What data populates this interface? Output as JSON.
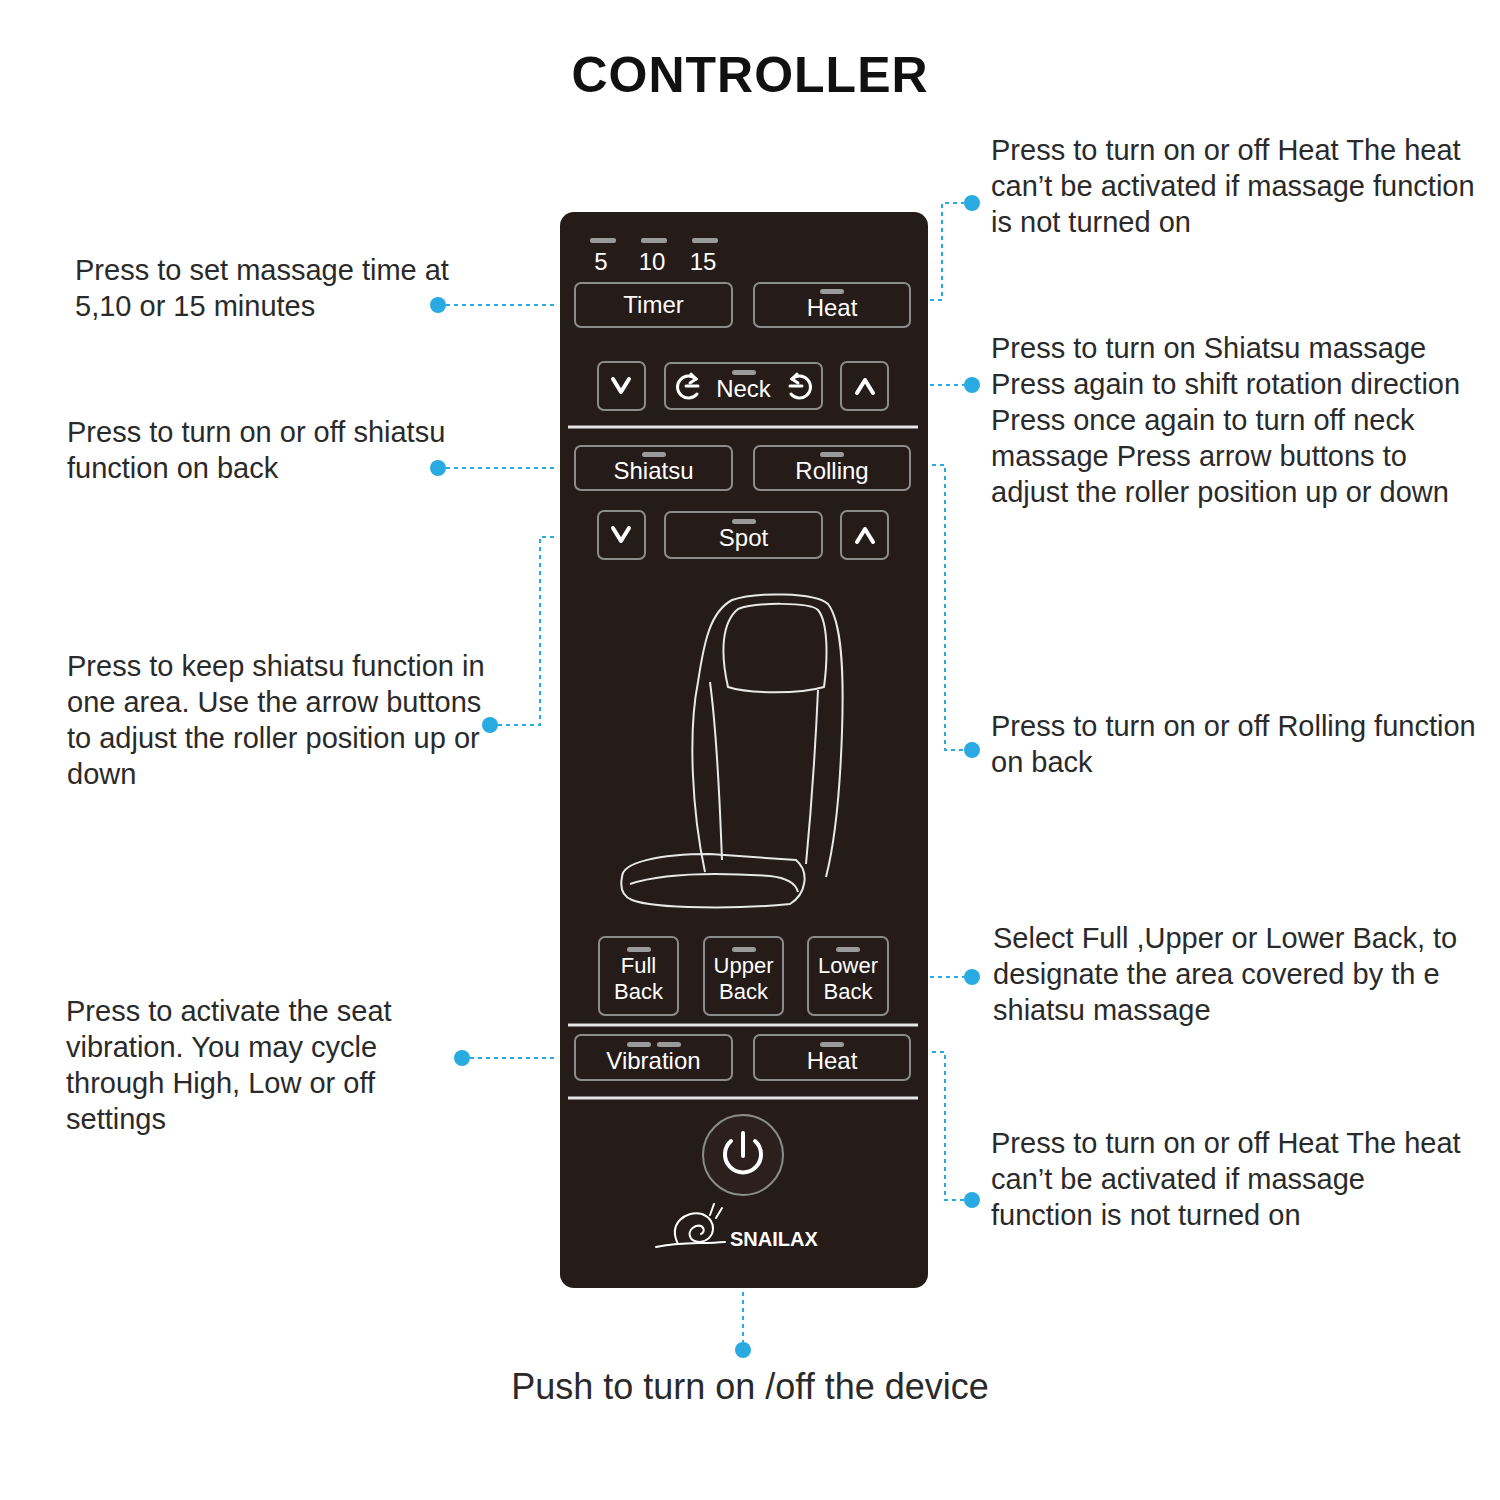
{
  "diagram": {
    "title": "CONTROLLER",
    "nodes": [
      {
        "text": [
          "5",
          "10",
          "15",
          "SNAILAX"
        ]
      },
      {
        "text": [
          "Timer"
        ],
        "in": 0
      },
      {
        "text": [
          "Heat"
        ],
        "in": 0
      },
      {
        "text": [
          "Neck"
        ],
        "in": 0
      },
      {
        "text": [
          "Shiatsu"
        ],
        "in": 0
      },
      {
        "text": [
          "Rolling"
        ],
        "in": 0
      },
      {
        "text": [
          "Spot"
        ],
        "in": 0
      },
      {
        "text": [
          "Full Back"
        ],
        "in": 0
      },
      {
        "text": [
          "Upper Back"
        ],
        "in": 0
      },
      {
        "text": [
          "Lower Back"
        ],
        "in": 0
      },
      {
        "text": [
          "Vibration"
        ],
        "in": 0
      },
      {
        "text": [
          "Heat"
        ],
        "in": 0
      }
    ],
    "labels": [
      "Press to turn on or off Heat The heat can’t be activated if massage function is not turned on",
      "Press to set massage time at 5,10 or 15 minutes",
      "Press to turn on Shiatsu massage Press again to shift rotation direction Press once again to turn off neck massage Press arrow buttons to adjust the roller position up or down",
      "Press to turn on or off shiatsu function on back",
      "Press to keep shiatsu function in one area. Use the arrow buttons to adjust the roller position up or down",
      "Press to turn on or off Rolling function on back",
      "Select Full ,Upper or Lower Back, to designate the area covered by th e shiatsu massage",
      "Press to activate the seat vibration. You may cycle through High, Low or off settings",
      "Press to turn on or off Heat The heat can’t be activated if massage function is not turned on",
      "Push to turn on /off the device"
    ]
  }
}
